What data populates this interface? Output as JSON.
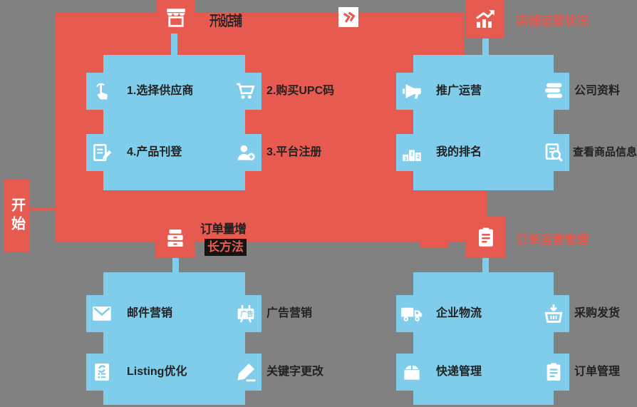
{
  "colors": {
    "background": "#818181",
    "red": "#e75a50",
    "blue": "#7fcdea",
    "dark_text": "#222222",
    "highlight_black": "#141414",
    "white": "#ffffff"
  },
  "start": {
    "label": "开始"
  },
  "flow_icon": "double-chevron-icon",
  "sections": {
    "open_store": {
      "title": "开设店铺",
      "icon": "storefront-icon",
      "items": {
        "r1l": {
          "label": "1.选择供应商",
          "icon": "hand-click-icon"
        },
        "r1r": {
          "label": "2.购买UPC码",
          "icon": "shopping-cart-icon"
        },
        "r2l": {
          "label": "4.产品刊登",
          "icon": "product-listing-icon"
        },
        "r2r": {
          "label": "3.平台注册",
          "icon": "person-add-icon"
        }
      }
    },
    "store_status": {
      "title": "店铺运营状况",
      "icon": "growth-chart-icon",
      "items": {
        "r1l": {
          "label": "推广运营",
          "icon": "megaphone-icon"
        },
        "r1r": {
          "label": "公司资料",
          "icon": "books-icon"
        },
        "r2l": {
          "label": "我的排名",
          "icon": "ranking-podium-icon"
        },
        "r2r": {
          "label": "查看商品信息",
          "icon": "document-search-icon"
        }
      }
    },
    "order_growth": {
      "title_line1": "订单量增",
      "title_line2": "长方法",
      "icon": "drawer-box-icon",
      "items": {
        "r1l": {
          "label": "邮件营销",
          "icon": "envelope-icon"
        },
        "r1r": {
          "label": "广告营销",
          "icon": "billboard-icon"
        },
        "r2l": {
          "label": "Listing优化",
          "icon": "document-refresh-icon"
        },
        "r2r": {
          "label": "关键字更改",
          "icon": "pencil-icon"
        }
      }
    },
    "order_management": {
      "title": "订单运营管理",
      "icon": "clipboard-icon",
      "items": {
        "r1l": {
          "label": "企业物流",
          "icon": "truck-icon"
        },
        "r1r": {
          "label": "采购发货",
          "icon": "basket-download-icon"
        },
        "r2l": {
          "label": "快递管理",
          "icon": "storage-box-icon"
        },
        "r2r": {
          "label": "订单管理",
          "icon": "clipboard-icon"
        }
      }
    }
  },
  "icon_texts": {
    "billboard": "广告",
    "podium_first": "1",
    "podium_second": "2",
    "podium_third": "3"
  }
}
